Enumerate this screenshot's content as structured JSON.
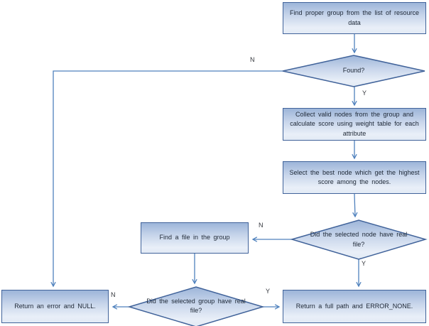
{
  "flowchart": {
    "nodes": {
      "find_group": "Find proper group from the list of resource data",
      "found": "Found?",
      "collect": "Collect valid nodes from the group and calculate score using weight table for each attribute",
      "select_best": "Select the best node which get the highest score among the nodes.",
      "node_has_file": "Did the selected node have real file?",
      "find_file": "Find a file in the group",
      "group_has_file": "Did the selected group have real file?",
      "return_error": "Return an error and NULL.",
      "return_path": "Return a full path and ERROR_NONE."
    },
    "edge_labels": {
      "found_no": "N",
      "found_yes": "Y",
      "node_no": "N",
      "node_yes": "Y",
      "group_no": "N",
      "group_yes": "Y"
    },
    "colors": {
      "node_border": "#41639a",
      "connector": "#4f81bd",
      "fill_top": "#9db5d9",
      "fill_bottom": "#e9eff8",
      "text": "#1e2836"
    }
  }
}
